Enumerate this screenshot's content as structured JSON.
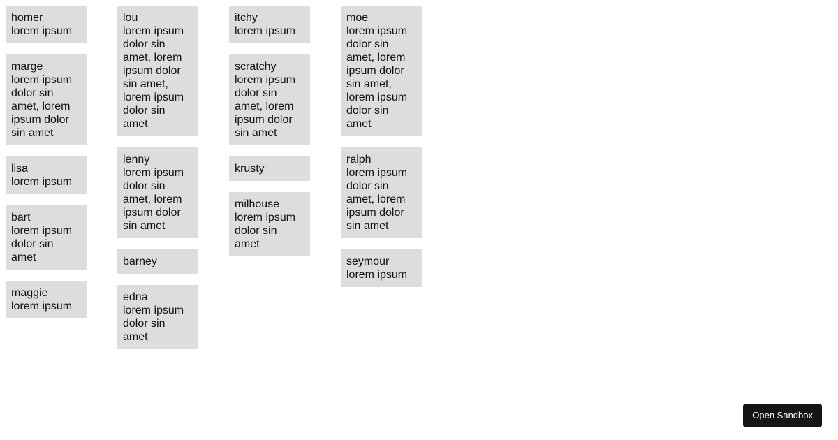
{
  "columns": [
    {
      "cards": [
        {
          "name": "homer",
          "text": "lorem ipsum"
        },
        {
          "name": "marge",
          "text": "lorem ipsum dolor sin amet, lorem ipsum dolor sin amet"
        },
        {
          "name": "lisa",
          "text": "lorem ipsum"
        },
        {
          "name": "bart",
          "text": "lorem ipsum dolor sin amet"
        },
        {
          "name": "maggie",
          "text": "lorem ipsum"
        }
      ]
    },
    {
      "cards": [
        {
          "name": "lou",
          "text": "lorem ipsum dolor sin amet, lorem ipsum dolor sin amet, lorem ipsum dolor sin amet"
        },
        {
          "name": "lenny",
          "text": "lorem ipsum dolor sin amet, lorem ipsum dolor sin amet"
        },
        {
          "name": "barney",
          "text": ""
        },
        {
          "name": "edna",
          "text": "lorem ipsum dolor sin amet"
        }
      ]
    },
    {
      "cards": [
        {
          "name": "itchy",
          "text": "lorem ipsum"
        },
        {
          "name": "scratchy",
          "text": "lorem ipsum dolor sin amet, lorem ipsum dolor sin amet"
        },
        {
          "name": "krusty",
          "text": ""
        },
        {
          "name": "milhouse",
          "text": "lorem ipsum dolor sin amet"
        }
      ]
    },
    {
      "cards": [
        {
          "name": "moe",
          "text": "lorem ipsum dolor sin amet, lorem ipsum dolor sin amet, lorem ipsum dolor sin amet"
        },
        {
          "name": "ralph",
          "text": "lorem ipsum dolor sin amet, lorem ipsum dolor sin amet"
        },
        {
          "name": "seymour",
          "text": "lorem ipsum"
        }
      ]
    }
  ],
  "sandbox_button": {
    "label": "Open Sandbox"
  }
}
